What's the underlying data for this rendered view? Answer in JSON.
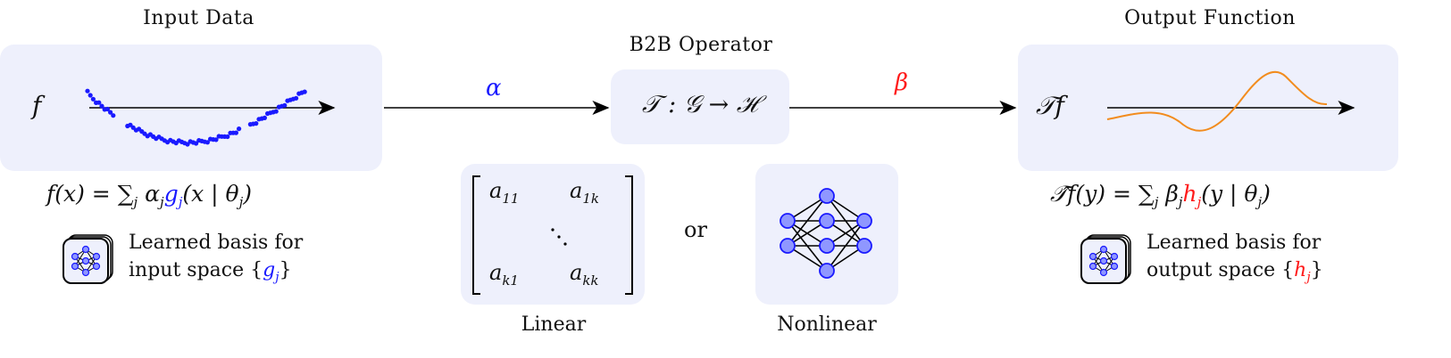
{
  "input": {
    "title": "Input Data",
    "f_label": "f",
    "formula": {
      "lhs": "f(x) = ∑",
      "sub_j": "j",
      "alpha": "α",
      "alpha_sub": "j",
      "g": "g",
      "g_sub": "j",
      "rest": "(x | θ",
      "theta_sub": "j",
      "close": ")"
    },
    "basis_line1": "Learned basis for",
    "basis_line2_prefix": "input space {",
    "basis_symbol": "g",
    "basis_sub": "j",
    "basis_suffix": "}"
  },
  "operator": {
    "title": "B2B Operator",
    "expression": "𝒯 : 𝒢 → ℋ",
    "alpha_label": "α",
    "beta_label": "β",
    "linear_label": "Linear",
    "or_label": "or",
    "nonlinear_label": "Nonlinear",
    "matrix": {
      "a11": "a",
      "a11_sub": "11",
      "a1k": "a",
      "a1k_sub": "1k",
      "ak1": "a",
      "ak1_sub": "k1",
      "akk": "a",
      "akk_sub": "kk"
    }
  },
  "output": {
    "title": "Output Function",
    "tf_label": "𝒯f",
    "formula": {
      "lhs": "𝒯̂f(y) = ∑",
      "sub_j": "j",
      "beta": "β",
      "beta_sub": "j",
      "h": "h",
      "h_sub": "j",
      "rest": "(y | θ",
      "theta_sub": "j",
      "close": ")"
    },
    "basis_line1": "Learned basis for",
    "basis_line2_prefix": "output space {",
    "basis_symbol": "h",
    "basis_sub": "j",
    "basis_suffix": "}"
  },
  "colors": {
    "panel": "#eef0fc",
    "blue": "#1a1aff",
    "red": "#ff1a1a",
    "orange": "#f28c1e",
    "node_fill": "#8f97ff",
    "node_stroke": "#1a1aff"
  },
  "icons": [
    "neural-network-stack-icon",
    "neural-network-icon"
  ]
}
